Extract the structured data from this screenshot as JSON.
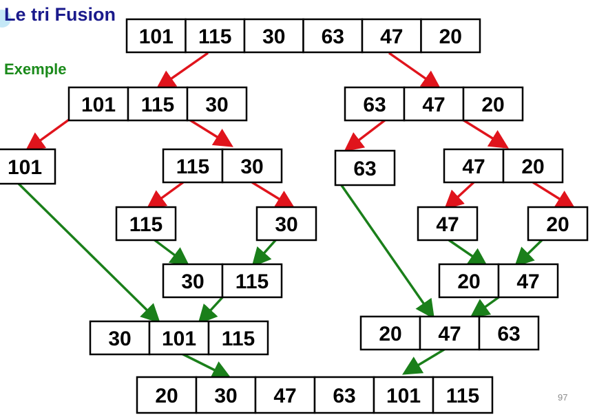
{
  "title": "Le tri Fusion",
  "subtitle": "Exemple",
  "page_number": "97",
  "colors": {
    "split_arrow": "#e0141c",
    "merge_arrow": "#1a7f1a",
    "title": "#1a1a8c",
    "subtitle": "#1a8a1a"
  },
  "arrays": [
    {
      "id": "root",
      "values": [
        "101",
        "115",
        "30",
        "63",
        "47",
        "20"
      ]
    },
    {
      "id": "left",
      "values": [
        "101",
        "115",
        "30"
      ]
    },
    {
      "id": "right",
      "values": [
        "63",
        "47",
        "20"
      ]
    },
    {
      "id": "l101",
      "values": [
        "101"
      ]
    },
    {
      "id": "l115-30",
      "values": [
        "115",
        "30"
      ]
    },
    {
      "id": "r63",
      "values": [
        "63"
      ]
    },
    {
      "id": "r47-20",
      "values": [
        "47",
        "20"
      ]
    },
    {
      "id": "l115",
      "values": [
        "115"
      ]
    },
    {
      "id": "l30",
      "values": [
        "30"
      ]
    },
    {
      "id": "r47",
      "values": [
        "47"
      ]
    },
    {
      "id": "r20",
      "values": [
        "20"
      ]
    },
    {
      "id": "m30-115",
      "values": [
        "30",
        "115"
      ]
    },
    {
      "id": "m20-47",
      "values": [
        "20",
        "47"
      ]
    },
    {
      "id": "mleft",
      "values": [
        "30",
        "101",
        "115"
      ]
    },
    {
      "id": "mright",
      "values": [
        "20",
        "47",
        "63"
      ]
    },
    {
      "id": "result",
      "values": [
        "20",
        "30",
        "47",
        "63",
        "101",
        "115"
      ]
    }
  ]
}
